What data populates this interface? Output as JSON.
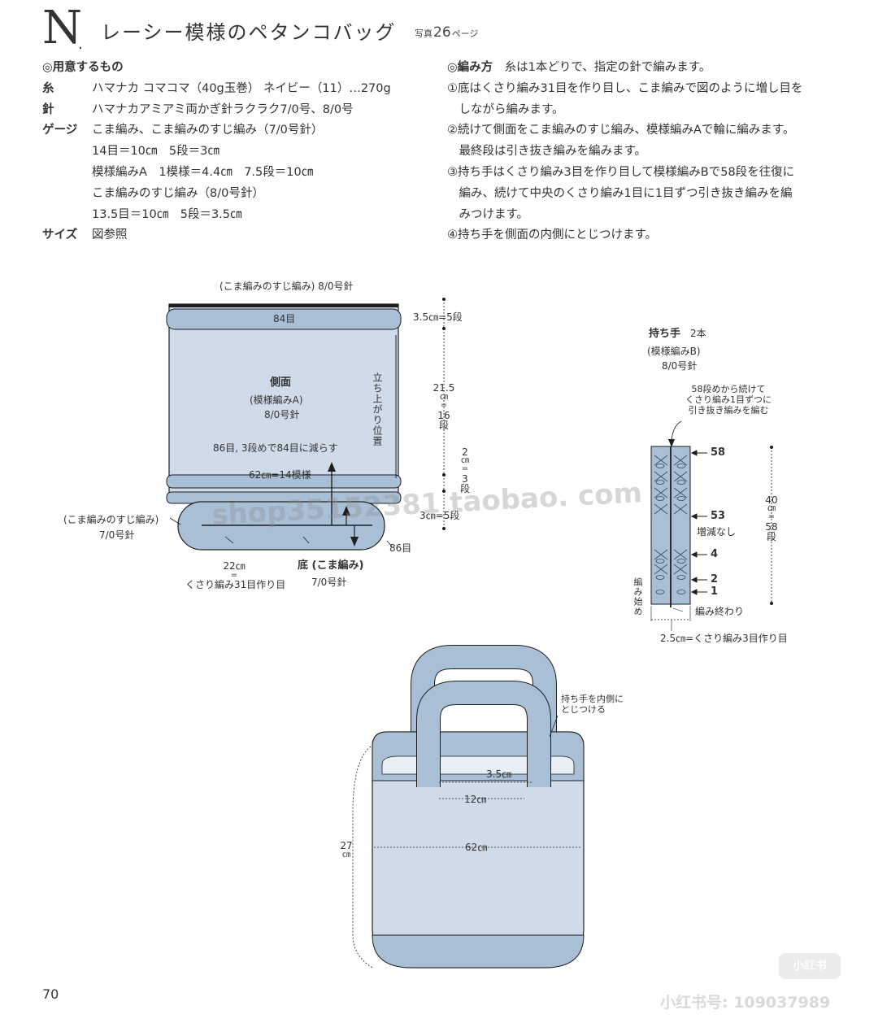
{
  "header": {
    "letter": "N",
    "dot": ".",
    "title": "レーシー模様のペタンコバッグ",
    "photo_prefix": "写真",
    "photo_num": "26",
    "photo_suffix": "ページ"
  },
  "materials": {
    "heading": "◎用意するもの",
    "yarn_label": "糸",
    "yarn_value": "ハマナカ コマコマ（40g玉巻） ネイビー（11）…270g",
    "needle_label": "針",
    "needle_value": "ハマナカアミアミ両かぎ針ラクラク7/0号、8/0号",
    "gauge_label": "ゲージ",
    "gauge_lines": [
      "こま編み、こま編みのすじ編み（7/0号針）",
      "14目＝10㎝　5段＝3㎝",
      "模様編みA　1模様＝4.4㎝　7.5段＝10㎝",
      "こま編みのすじ編み（8/0号針）",
      "13.5目＝10㎝　5段＝3.5㎝"
    ],
    "size_label": "サイズ",
    "size_value": "図参照"
  },
  "method": {
    "heading": "◎編み方",
    "heading_note": "糸は1本どりで、指定の針で編みます。",
    "lines": [
      "①底はくさり編み31目を作り目し、こま編みで図のように増し目を",
      "　しながら編みます。",
      "②続けて側面をこま編みのすじ編み、模様編みAで輪に編みます。",
      "　最終段は引き抜き編みを編みます。",
      "③持ち手はくさり編み3目を作り目して模様編みBで58段を往復に",
      "　編み、続けて中央のくさり編み1目に1目ずつ引き抜き編みを編",
      "　みつけます。",
      "④持ち手を側面の内側にとじつけます。"
    ]
  },
  "body_diagram": {
    "top_band_label": "(こま編みのすじ編み) 8/0号針",
    "top_band_count": "84目",
    "top_band_height": "3.5㎝=5段",
    "side_title": "側面",
    "side_pattern": "(模様編みA)",
    "side_needle": "8/0号針",
    "stand_position": "立ち上がり位置",
    "side_height": [
      "21.5",
      "㎝",
      "=",
      "16",
      "段"
    ],
    "decrease_note": "86目, 3段めで84目に減らす",
    "width_note": "62㎝=14模様",
    "mid_band_height": [
      "2",
      "㎝",
      "=",
      "3",
      "段"
    ],
    "bottom_band_height": "3㎝=5段",
    "left_band_label": "(こま編みのすじ編み)",
    "left_band_needle": "7/0号針",
    "base_count": "86目",
    "base_width": "22㎝",
    "base_eq": "=",
    "base_chain": "くさり編み31目作り目",
    "base_title": "底 (こま編み)",
    "base_needle": "7/0号針"
  },
  "handle_diagram": {
    "title": "持ち手",
    "count": "2本",
    "pattern": "(模様編みB)",
    "needle": "8/0号針",
    "note_lines": [
      "58段めから続けて",
      "くさり編み1目ずつに",
      "引き抜き編みを編む"
    ],
    "row_labels": [
      "58",
      "53",
      "4",
      "2",
      "1"
    ],
    "no_change": "増減なし",
    "length": [
      "40",
      "㎝",
      "=",
      "58",
      "段"
    ],
    "start_label": "編み始め",
    "end_label": "編み終わり",
    "width_label": "2.5㎝=くさり編み3目作り目"
  },
  "bag_diagram": {
    "attach_note": [
      "持ち手を内側に",
      "とじつける"
    ],
    "rim_depth": "3.5㎝",
    "handle_gap": "12㎝",
    "width": "62㎝",
    "height": [
      "27",
      "㎝"
    ]
  },
  "footer": {
    "page_number": "70"
  },
  "watermarks": {
    "shop": "shop35152381 taobao. com",
    "xhs_logo": "小红书",
    "xhs_id": "小红书号: 109037989"
  },
  "colors": {
    "fabric_light": "#cfdbe8",
    "fabric_mid": "#a9bfd6",
    "outline": "#1e1e1e"
  }
}
